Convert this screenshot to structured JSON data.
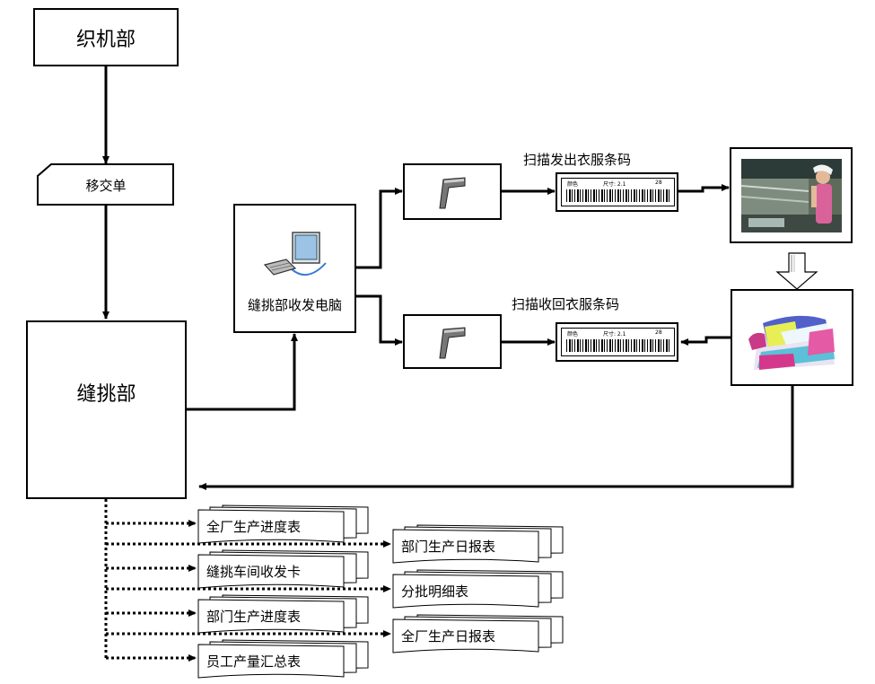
{
  "nodes": {
    "weaving": "织机部",
    "transfer_slip": "移交单",
    "sewing": "缝挑部",
    "computer": "缝挑部收发电脑"
  },
  "scan_labels": {
    "out": "扫描发出衣服条码",
    "back": "扫描收回衣服条码"
  },
  "barcode": {
    "left": "颜色",
    "mid": "尺寸: 2.1",
    "right": "28"
  },
  "reports": {
    "left": [
      "全厂生产进度表",
      "缝挑车间收发卡",
      "部门生产进度表",
      "员工产量汇总表"
    ],
    "right": [
      "部门生产日报表",
      "分批明细表",
      "全厂生产日报表"
    ]
  },
  "icons": [
    "computer-icon",
    "barcode-scanner-icon",
    "barcode-label",
    "factory-photo",
    "garments-photo",
    "down-arrow-icon"
  ]
}
